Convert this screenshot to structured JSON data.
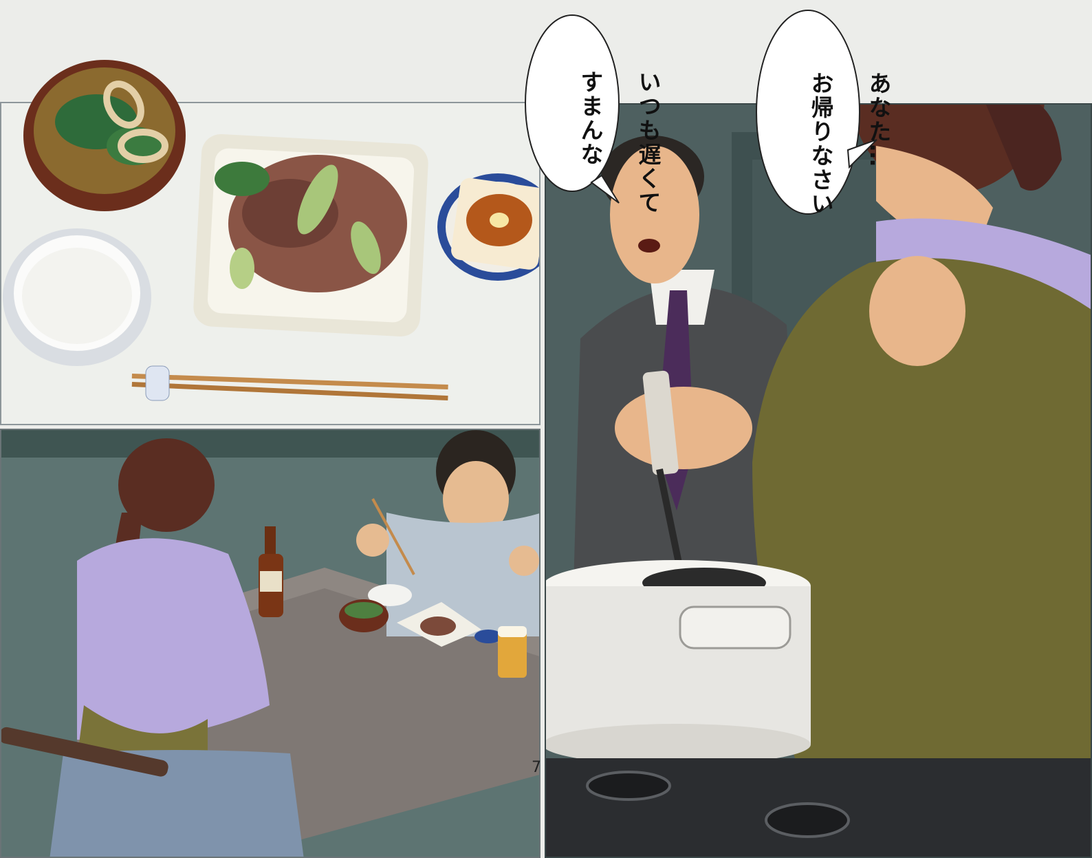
{
  "page": {
    "number": "7"
  },
  "speech_bubbles": [
    {
      "id": "husband",
      "lines": [
        "いつも遅くて",
        "すまんな"
      ]
    },
    {
      "id": "wife",
      "lines": [
        "あなた…",
        "お帰りなさい"
      ]
    }
  ],
  "colors": {
    "paper": "#ecedea",
    "wall": "#4e6060",
    "blouse": "#b7a9dd",
    "apron": "#6f6a33",
    "hair": "#5a2d22",
    "suit": "#4a4c4e",
    "tie": "#4b2c5a",
    "pot": "#e7e6e2"
  }
}
